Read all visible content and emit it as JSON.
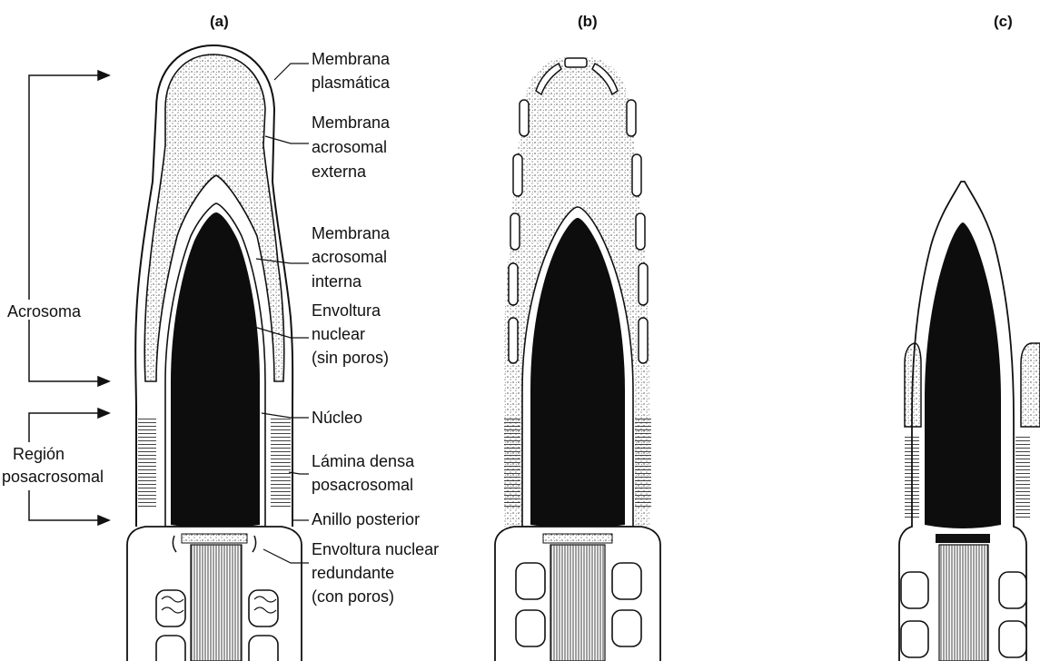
{
  "panels": [
    {
      "id": "a",
      "title": "(a)"
    },
    {
      "id": "b",
      "title": "(b)"
    },
    {
      "id": "c",
      "title": "(c)"
    }
  ],
  "regions": {
    "acrosome": "Acrosoma",
    "postacrosomal_line1": "Región",
    "postacrosomal_line2": "posacrosomal"
  },
  "labels": {
    "plasma_membrane": [
      "Membrana",
      "plasmática"
    ],
    "outer_acrosomal_membrane": [
      "Membrana",
      "acrosomal",
      "externa"
    ],
    "inner_acrosomal_membrane": [
      "Membrana",
      "acrosomal",
      "interna"
    ],
    "nuclear_envelope": [
      "Envoltura",
      "nuclear",
      "(sin poros)"
    ],
    "nucleus": [
      "Núcleo"
    ],
    "postacrosomal_dense_lamina": [
      "Lámina densa",
      "posacrosomal"
    ],
    "posterior_ring": [
      "Anillo posterior"
    ],
    "redundant_nuclear_envelope": [
      "Envoltura nuclear",
      "redundante",
      "(con poros)"
    ]
  },
  "colors": {
    "ink": "#111111",
    "nucleus_fill": "#0d0d0d",
    "background": "#ffffff"
  }
}
